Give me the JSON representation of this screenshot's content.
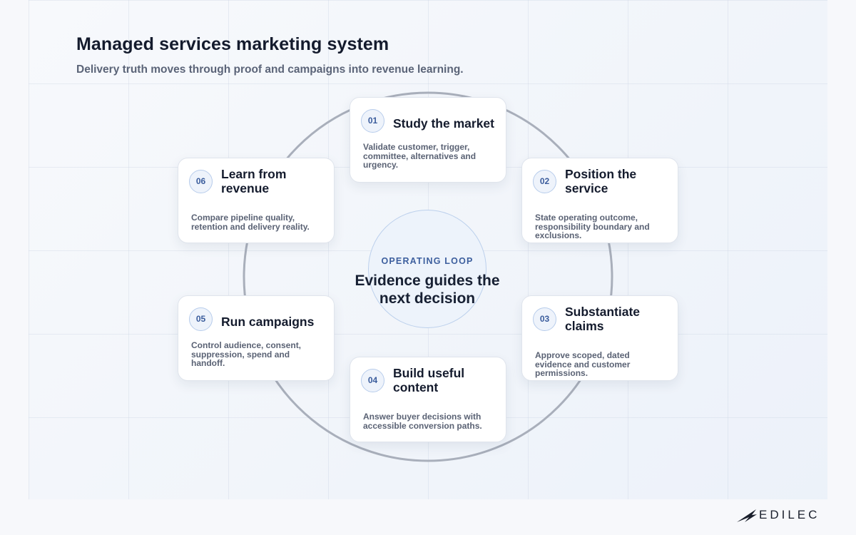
{
  "header": {
    "title": "Managed services marketing system",
    "subtitle": "Delivery truth moves through proof and campaigns into revenue learning."
  },
  "center": {
    "eyebrow": "OPERATING LOOP",
    "headline": "Evidence guides the next decision"
  },
  "steps": [
    {
      "number": "01",
      "title": "Study the market",
      "description": "Validate customer, trigger, committee, alternatives and urgency."
    },
    {
      "number": "02",
      "title": "Position the service",
      "description": "State operating outcome, responsibility boundary and exclusions."
    },
    {
      "number": "03",
      "title": "Substantiate claims",
      "description": "Approve scoped, dated evidence and customer permissions."
    },
    {
      "number": "04",
      "title": "Build useful content",
      "description": "Answer buyer decisions with accessible conversion paths."
    },
    {
      "number": "05",
      "title": "Run campaigns",
      "description": "Control audience, consent, suppression, spend and handoff."
    },
    {
      "number": "06",
      "title": "Learn from revenue",
      "description": "Compare pipeline quality, retention and delivery reality."
    }
  ],
  "brand": {
    "name": "EDILEC",
    "logo_icon": "edilec-wing-icon"
  },
  "colors": {
    "accent": "#3a5c9c",
    "ring": "#a9afbb",
    "title": "#141b2d",
    "muted": "#5b6478"
  }
}
